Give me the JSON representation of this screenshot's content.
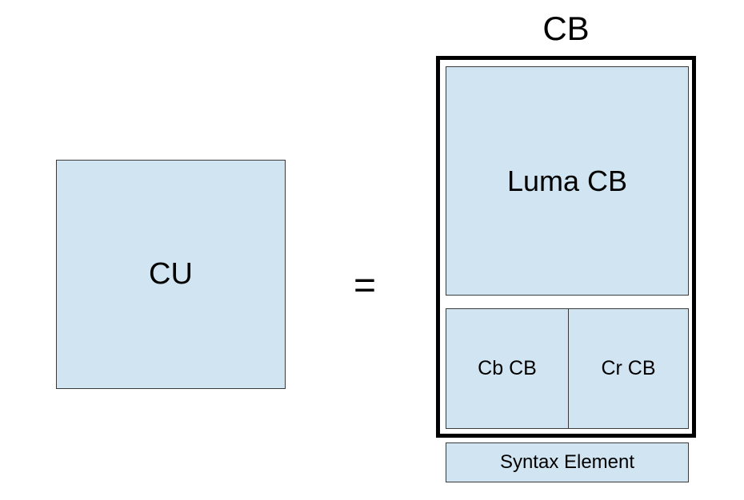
{
  "cu": {
    "label": "CU",
    "fill": "#d1e4f2"
  },
  "equals": {
    "symbol": "="
  },
  "cb": {
    "title": "CB",
    "luma": {
      "label": "Luma CB",
      "fill": "#d1e4f2"
    },
    "cb_component": {
      "label": "Cb CB",
      "fill": "#d1e4f2"
    },
    "cr_component": {
      "label": "Cr CB",
      "fill": "#d1e4f2"
    }
  },
  "syntax_element": {
    "label": "Syntax Element",
    "fill": "#d1e4f2"
  }
}
